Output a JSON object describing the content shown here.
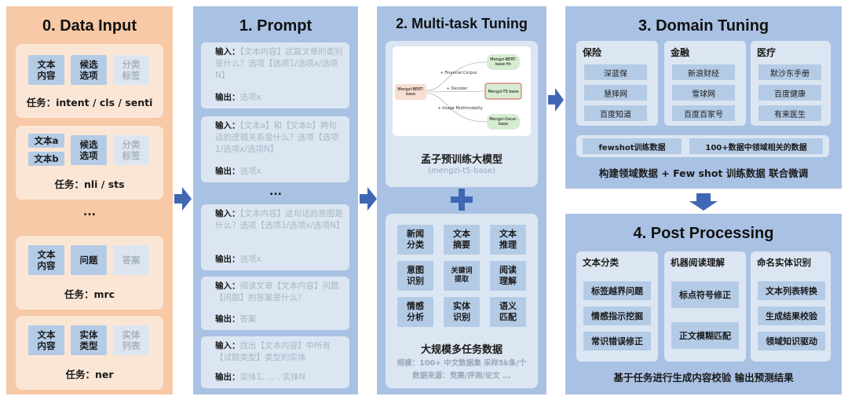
{
  "colors": {
    "orange_panel": "#f7c9a6",
    "blue_panel": "#a9c2e4",
    "chip": "#b4cbe6",
    "arrow": "#3f67b4"
  },
  "panel0": {
    "title": "0. Data Input",
    "cards": [
      {
        "chips": [
          "文本\n内容",
          "候选\n选项",
          "分类\n标签"
        ],
        "task": "任务：intent / cls / senti"
      },
      {
        "chips": [
          "文本a",
          "文本b",
          "候选\n选项",
          "分类\n标签"
        ],
        "task": "任务：nli / sts"
      },
      {
        "chips": [
          "文本\n内容",
          "问题",
          "答案"
        ],
        "task": "任务：mrc"
      },
      {
        "chips": [
          "文本\n内容",
          "实体\n类型",
          "实体\n列表"
        ],
        "task": "任务：ner"
      }
    ],
    "ellipsis": "..."
  },
  "panel1": {
    "title": "1. Prompt",
    "input_label": "输入：",
    "output_label": "输出：",
    "prompts": [
      {
        "input": "【文本内容】这篇文章的类别是什么？选项【选项1/选项x/选项N】",
        "output": "选项x"
      },
      {
        "input": "【文本a】和【文本b】两句话的逻辑关系是什么？选项【选项1/选项x/选项N】",
        "output": "选项x"
      },
      {
        "input": "【文本内容】这句话的意图是什么？选项【选项1/选项x/选项N】",
        "output": "选项x"
      },
      {
        "input": "阅读文章【文本内容】问题【问题】的答案是什么？",
        "output": "答案"
      },
      {
        "input": "找出【文本内容】中所有【试题类型】类型的实体",
        "output": "实体1, ... , 实体N"
      }
    ],
    "ellipsis": "..."
  },
  "panel2": {
    "title": "2. Multi-task Tuning",
    "diagram": {
      "base": "Mengzi-BERT-\nbase",
      "fin": "Mengzi-BERT-\nbase-fin",
      "t5": "Mengzi-T5-base",
      "oscar": "Mengzi-Oscar-\nbase",
      "edge_fin": "+ Financial  Corpus",
      "edge_t5": "+ Decoder",
      "edge_oscar": "+ Image Multimodality"
    },
    "model_name": "孟子预训练大模型",
    "model_id": "(mengzi-t5-base)",
    "tasks": [
      "新闻\n分类",
      "文本\n摘要",
      "文本\n推理",
      "意图\n识别",
      "关键词\n提取",
      "阅读\n理解",
      "情感\n分析",
      "实体\n识别",
      "语义\n匹配"
    ],
    "tasks_title": "大规模多任务数据",
    "scale_line": "规模：100+ 中文数据集 采样5k条/个",
    "source_line": "数据来源：竞赛/评测/论文 ..."
  },
  "panel3": {
    "title": "3. Domain Tuning",
    "domains": [
      {
        "name": "保险",
        "items": [
          "深蓝保",
          "慧择网",
          "百度知道"
        ]
      },
      {
        "name": "金融",
        "items": [
          "新浪财经",
          "雪球网",
          "百度百家号"
        ]
      },
      {
        "name": "医疗",
        "items": [
          "默沙东手册",
          "百度健康",
          "有来医生"
        ]
      }
    ],
    "fewshot": "fewshot训练数据",
    "domain_data": "100+数据中领域相关的数据",
    "caption": "构建领域数据 + Few shot 训练数据 联合微调"
  },
  "panel4": {
    "title": "4. Post Processing",
    "groups": [
      {
        "name": "文本分类",
        "items": [
          "标签越界问题",
          "情感指示挖掘",
          "常识错误修正"
        ]
      },
      {
        "name": "机器阅读理解",
        "items": [
          "标点符号修正",
          "正文模糊匹配"
        ]
      },
      {
        "name": "命名实体识别",
        "items": [
          "文本列表转换",
          "生成结果校验",
          "领域知识驱动"
        ]
      }
    ],
    "caption": "基于任务进行生成内容校验 输出预测结果"
  }
}
